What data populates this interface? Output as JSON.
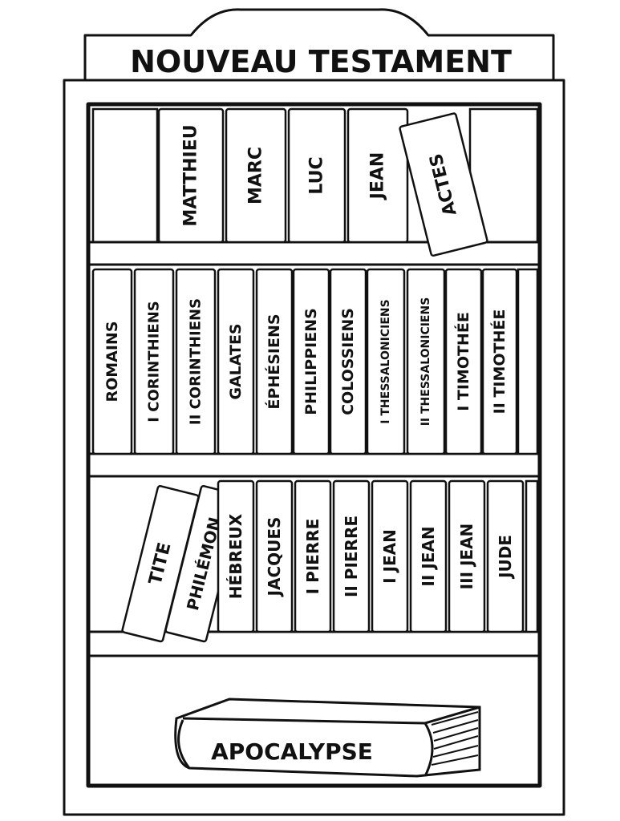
{
  "title": "NOUVEAU TESTAMENT",
  "colors": {
    "ink": "#111111",
    "paper": "#ffffff"
  },
  "shelves": [
    {
      "books": [
        "MATTHIEU",
        "MARC",
        "LUC",
        "JEAN",
        "ACTES"
      ]
    },
    {
      "books": [
        "ROMAINS",
        "I CORINTHIENS",
        "II CORINTHIENS",
        "GALATES",
        "ÉPHÉSIENS",
        "PHILIPPIENS",
        "COLOSSIENS",
        "I THESSALONICIENS",
        "II THESSALONICIENS",
        "I TIMOTHÉE",
        "II TIMOTHÉE"
      ]
    },
    {
      "books": [
        "TITE",
        "PHILÉMON",
        "HÉBREUX",
        "JACQUES",
        "I PIERRE",
        "II PIERRE",
        "I JEAN",
        "II JEAN",
        "III JEAN",
        "JUDE"
      ]
    },
    {
      "books": [
        "APOCALYPSE"
      ]
    }
  ]
}
